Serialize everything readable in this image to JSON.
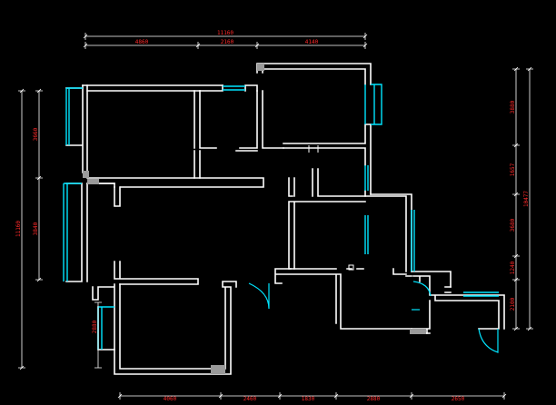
{
  "colors": {
    "background": "#000000",
    "wall": "#ffffff",
    "dimension_line": "#ffffff",
    "dimension_text": "#ff2a2a",
    "window": "#00e5ff",
    "door": "#00e5ff",
    "column": "#9a9a9a"
  },
  "dimensions": {
    "top_total": "11160",
    "top_1": "4860",
    "top_2": "2160",
    "top_3": "4140",
    "left_total": "11160",
    "left_1": "3660",
    "left_2": "3840",
    "left_3": "2880",
    "right_total": "10477",
    "right_1": "3880",
    "right_2": "1657",
    "right_3": "3680",
    "right_4": "1240",
    "right_5": "2100",
    "bottom_1": "4060",
    "bottom_2": "2460",
    "bottom_3": "1830",
    "bottom_4": "2880",
    "bottom_5": "2650"
  }
}
